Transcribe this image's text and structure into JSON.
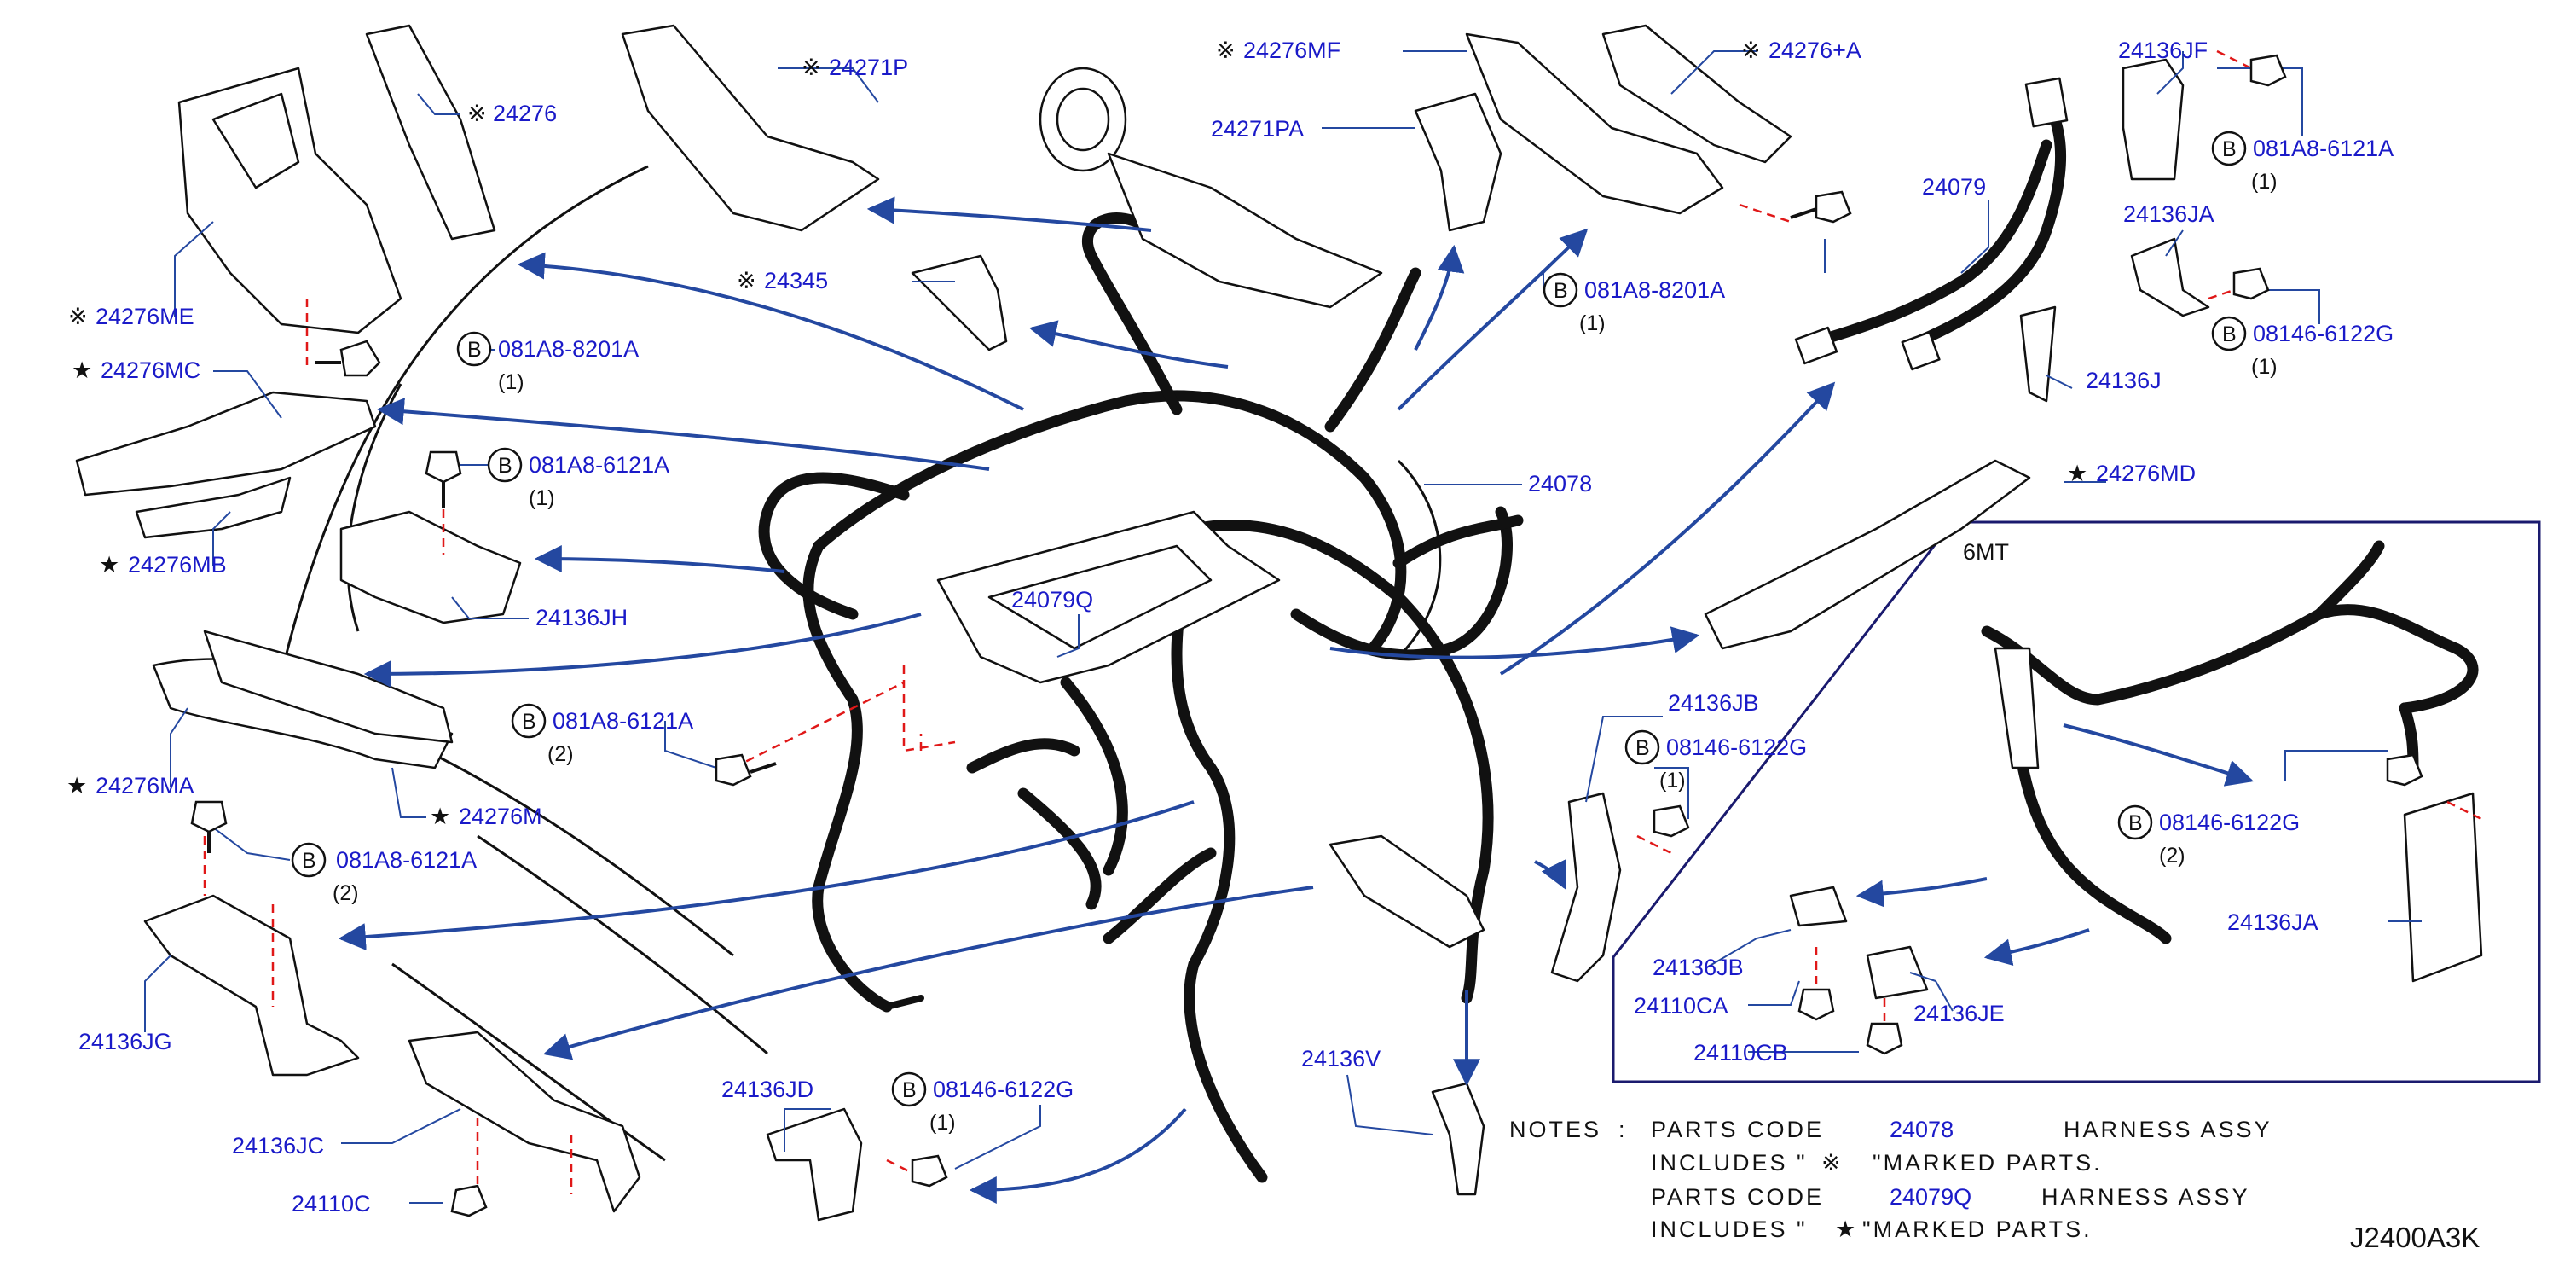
{
  "diagram": {
    "reference_code": "J2400A3K",
    "inset_label": "6MT",
    "parts": {
      "p24271P": "24271P",
      "p24276": "24276",
      "p24276ME": "24276ME",
      "p24276MC": "24276MC",
      "p24276MB": "24276MB",
      "p24276MA": "24276MA",
      "p24276M": "24276M",
      "p24276MF": "24276MF",
      "p24276A": "24276+A",
      "p24271PA": "24271PA",
      "p24345": "24345",
      "p24136JF": "24136JF",
      "p24136JA": "24136JA",
      "p24136JA_inset": "24136JA",
      "p24136J": "24136J",
      "p24079": "24079",
      "p24078": "24078",
      "p24079Q": "24079Q",
      "p24136JH": "24136JH",
      "p24136JB": "24136JB",
      "p24136JB_inset": "24136JB",
      "p24276MD": "24276MD",
      "p24136JG": "24136JG",
      "p24136JC": "24136JC",
      "p24110C": "24110C",
      "p24136JD": "24136JD",
      "p24136V": "24136V",
      "p24110CA": "24110CA",
      "p24110CB": "24110CB",
      "p24136JE": "24136JE"
    },
    "bolts": {
      "b1_code": "081A8-8201A",
      "b1_qty": "(1)",
      "b2_code": "081A8-6121A",
      "b2_qty": "(1)",
      "b3_code": "081A8-6121A",
      "b3_qty": "(2)",
      "b4_code": "081A8-6121A",
      "b4_qty": "(2)",
      "b5_code": "081A8-8201A",
      "b5_qty": "(1)",
      "b6_code": "081A8-6121A",
      "b6_qty": "(1)",
      "b7_code": "08146-6122G",
      "b7_qty": "(1)",
      "b8_code": "08146-6122G",
      "b8_qty": "(1)",
      "b9_code": "08146-6122G",
      "b9_qty": "(1)",
      "b10_code": "08146-6122G",
      "b10_qty": "(2)",
      "circle_letter": "B"
    },
    "symbols": {
      "kome": "※",
      "star": "★"
    },
    "notes": {
      "label": "NOTES",
      "colon": ":",
      "line1_a": "PARTS CODE",
      "line1_code": "24078",
      "line1_b": "HARNESS ASSY",
      "line2_a": "INCLUDES \"",
      "line2_b": "\"MARKED PARTS.",
      "line3_a": "PARTS CODE",
      "line3_code": "24079Q",
      "line3_b": "HARNESS ASSY",
      "line4_a": "INCLUDES \"",
      "line4_b": "\"MARKED PARTS."
    },
    "colors": {
      "label_blue": "#1a1ac8",
      "arrow_blue": "#2448a0",
      "dash_red": "#e01818",
      "line_black": "#111111"
    }
  }
}
